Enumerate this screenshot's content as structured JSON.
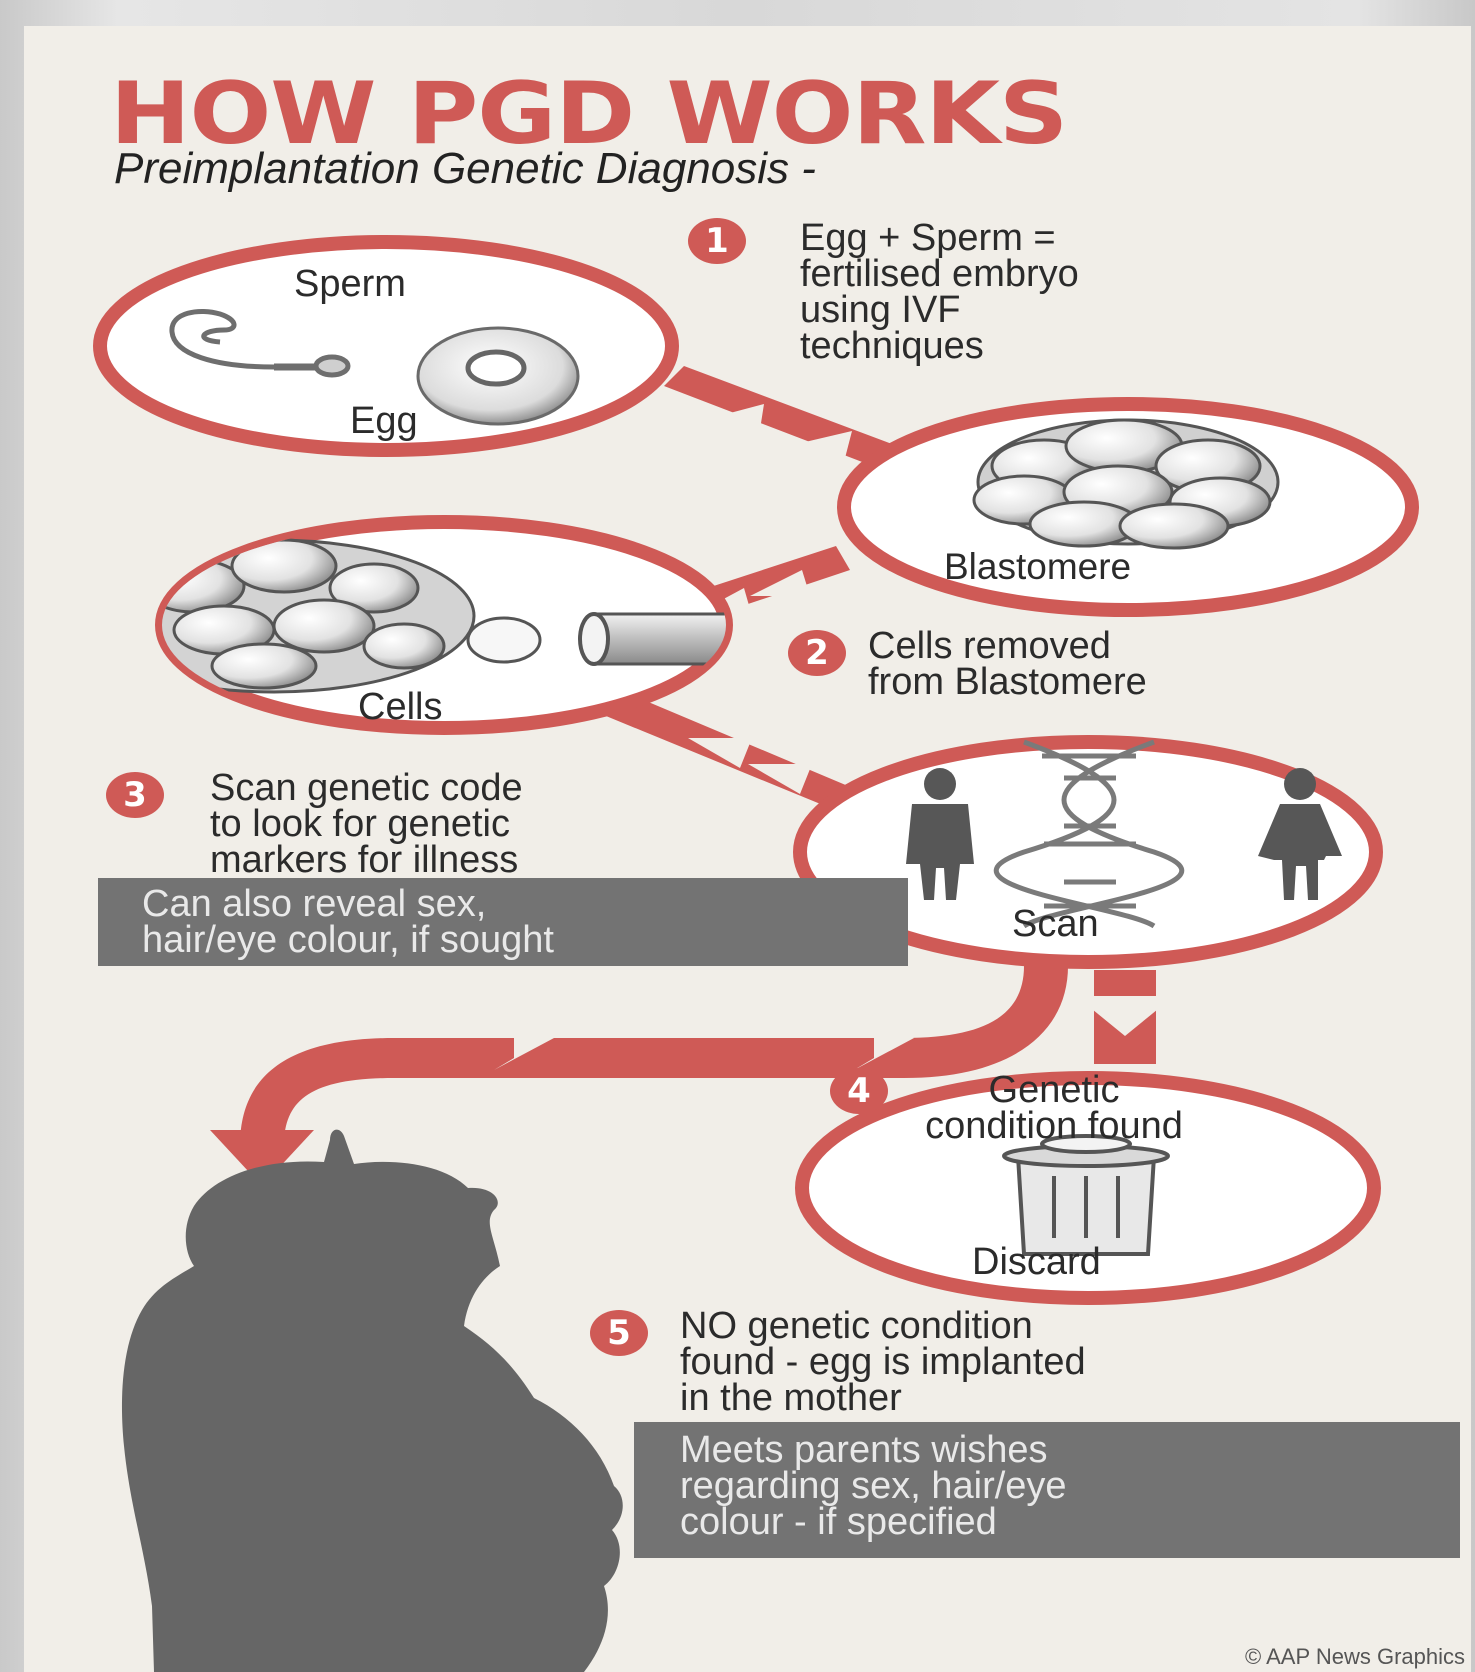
{
  "header": {
    "title": "HOW PGD WORKS",
    "subtitle": "Preimplantation Genetic Diagnosis -"
  },
  "circles": {
    "sperm_egg": {
      "sperm_label": "Sperm",
      "egg_label": "Egg"
    },
    "blastomere": {
      "label": "Blastomere"
    },
    "cells": {
      "label": "Cells"
    },
    "scan": {
      "label": "Scan"
    },
    "discard": {
      "label": "Discard"
    }
  },
  "steps": [
    {
      "number": "1",
      "text": "Egg + Sperm =\nfertilised embryo\nusing IVF\ntechniques"
    },
    {
      "number": "2",
      "text": "Cells removed\nfrom Blastomere"
    },
    {
      "number": "3",
      "text": "Scan genetic code\nto look for genetic\nmarkers for illness"
    },
    {
      "number": "4",
      "text": "Genetic\ncondition found"
    },
    {
      "number": "5",
      "text": "NO genetic condition\nfound - egg is implanted\nin the mother"
    }
  ],
  "notes": {
    "scan_note": "Can also reveal sex,\nhair/eye colour, if sought",
    "implant_note": "Meets parents wishes\nregarding sex, hair/eye\ncolour - if specified"
  },
  "credit": "© AAP News Graphics",
  "colors": {
    "accent": "#cf5a56",
    "background": "#f1eee8",
    "dark_grey": "#666666",
    "note_box": "#737373"
  },
  "icons": [
    "sperm-icon",
    "egg-icon",
    "blastomere-icon",
    "cells-icon",
    "pipette-icon",
    "male-figure-icon",
    "dna-helix-icon",
    "female-figure-icon",
    "trash-can-icon",
    "pregnant-woman-silhouette"
  ]
}
